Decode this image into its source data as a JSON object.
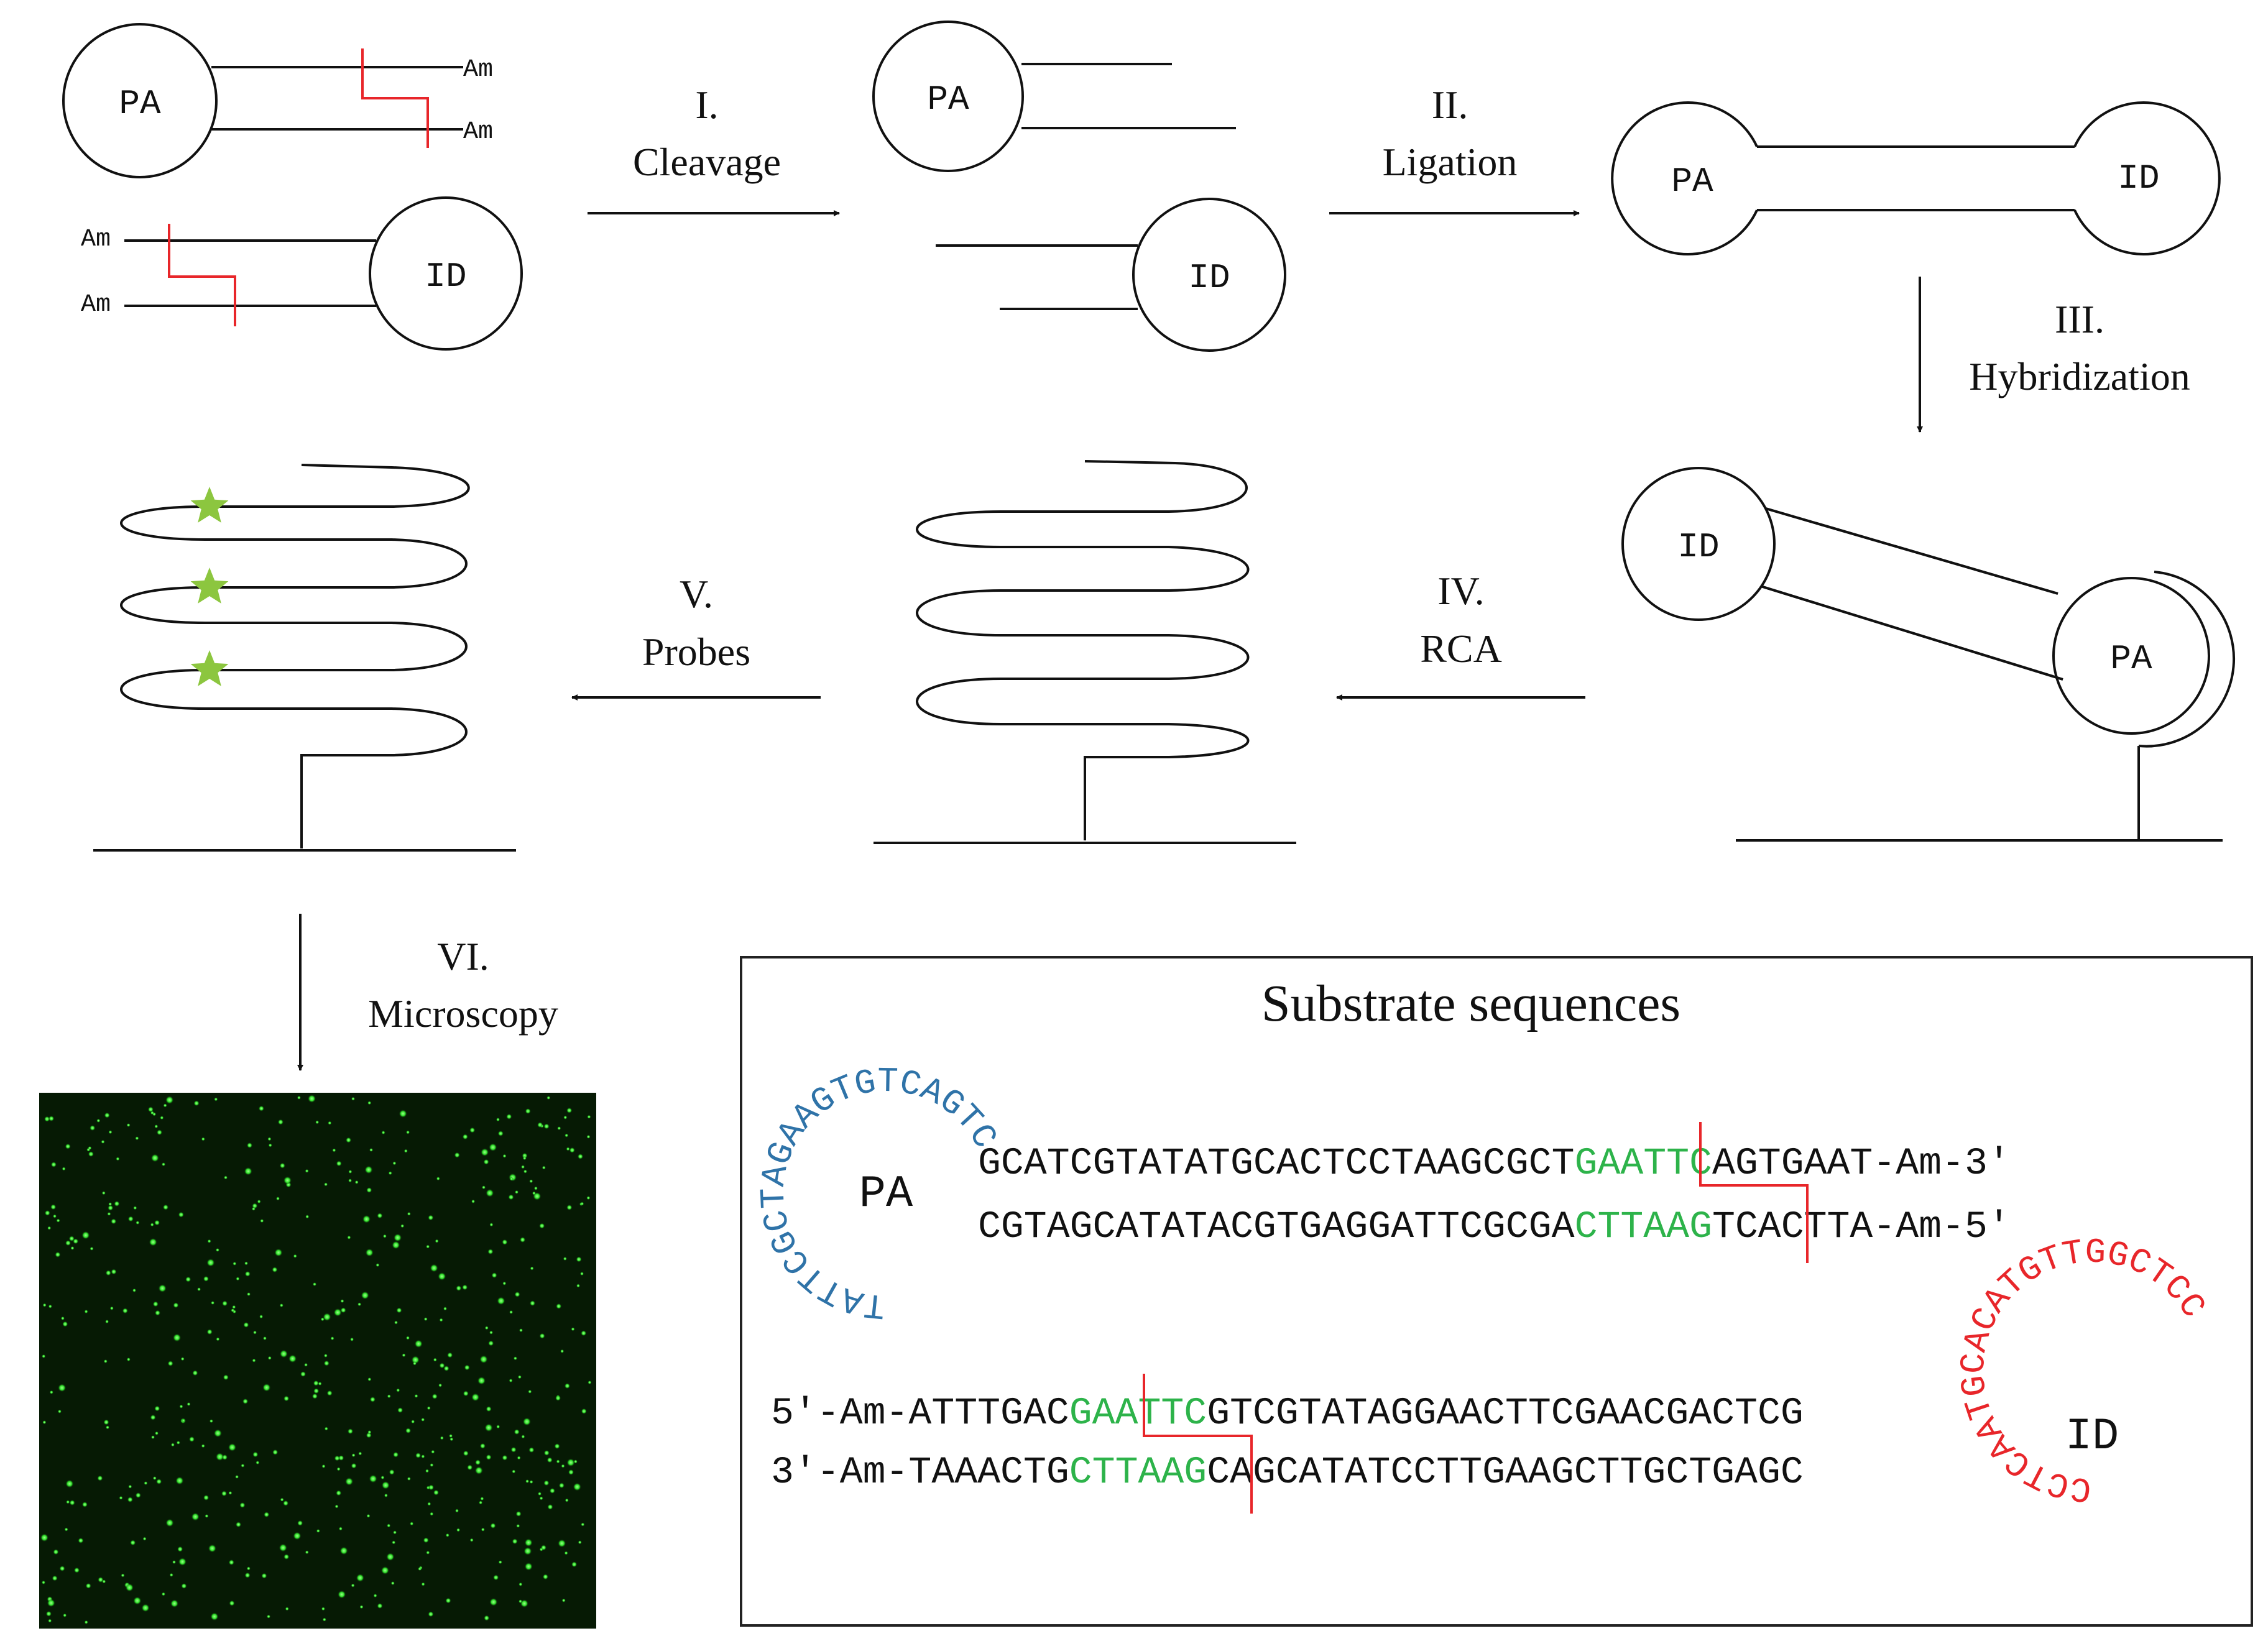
{
  "labels": {
    "pa": "PA",
    "id": "ID",
    "am": "Am"
  },
  "steps": [
    {
      "num": "I.",
      "name": "Cleavage"
    },
    {
      "num": "II.",
      "name": "Ligation"
    },
    {
      "num": "III.",
      "name": "Hybridization"
    },
    {
      "num": "IV.",
      "name": "RCA"
    },
    {
      "num": "V.",
      "name": "Probes"
    },
    {
      "num": "VI.",
      "name": "Microscopy"
    }
  ],
  "substrate": {
    "title": "Substrate sequences",
    "pa": {
      "label": "PA",
      "ring_text": "TATTCGCTAGAAGTGTCAGTC",
      "ring_color": "#2f73a8",
      "top": {
        "pre": "GCATCGTATATGCACTCCTAAGCGCT",
        "site": "GAATTC",
        "post": "AGTGAAT-Am-3′"
      },
      "bottom": {
        "pre": "CGTAGCATATACGTGAGGATTCGCGA",
        "site": "CTTAAG",
        "post": "TCACTTA-Am-5′"
      }
    },
    "id": {
      "label": "ID",
      "ring_text": "CCTCAATGCACATGTTGGCTCC",
      "ring_color": "#e8262a",
      "top": {
        "pre": "5′-Am-ATTTGAC",
        "site": "GAATTC",
        "post": "GTCGTATAGGAACTTCGAACGACTCG"
      },
      "bottom": {
        "pre": "3′-Am-TAAACTG",
        "site": "CTTAAG",
        "post": "CAGCATATCCTTGAAGCTTGCTGAGC"
      }
    },
    "site_color": "#2db34a",
    "cut_color": "#e8262a"
  },
  "probe_color": "#8cc63f"
}
